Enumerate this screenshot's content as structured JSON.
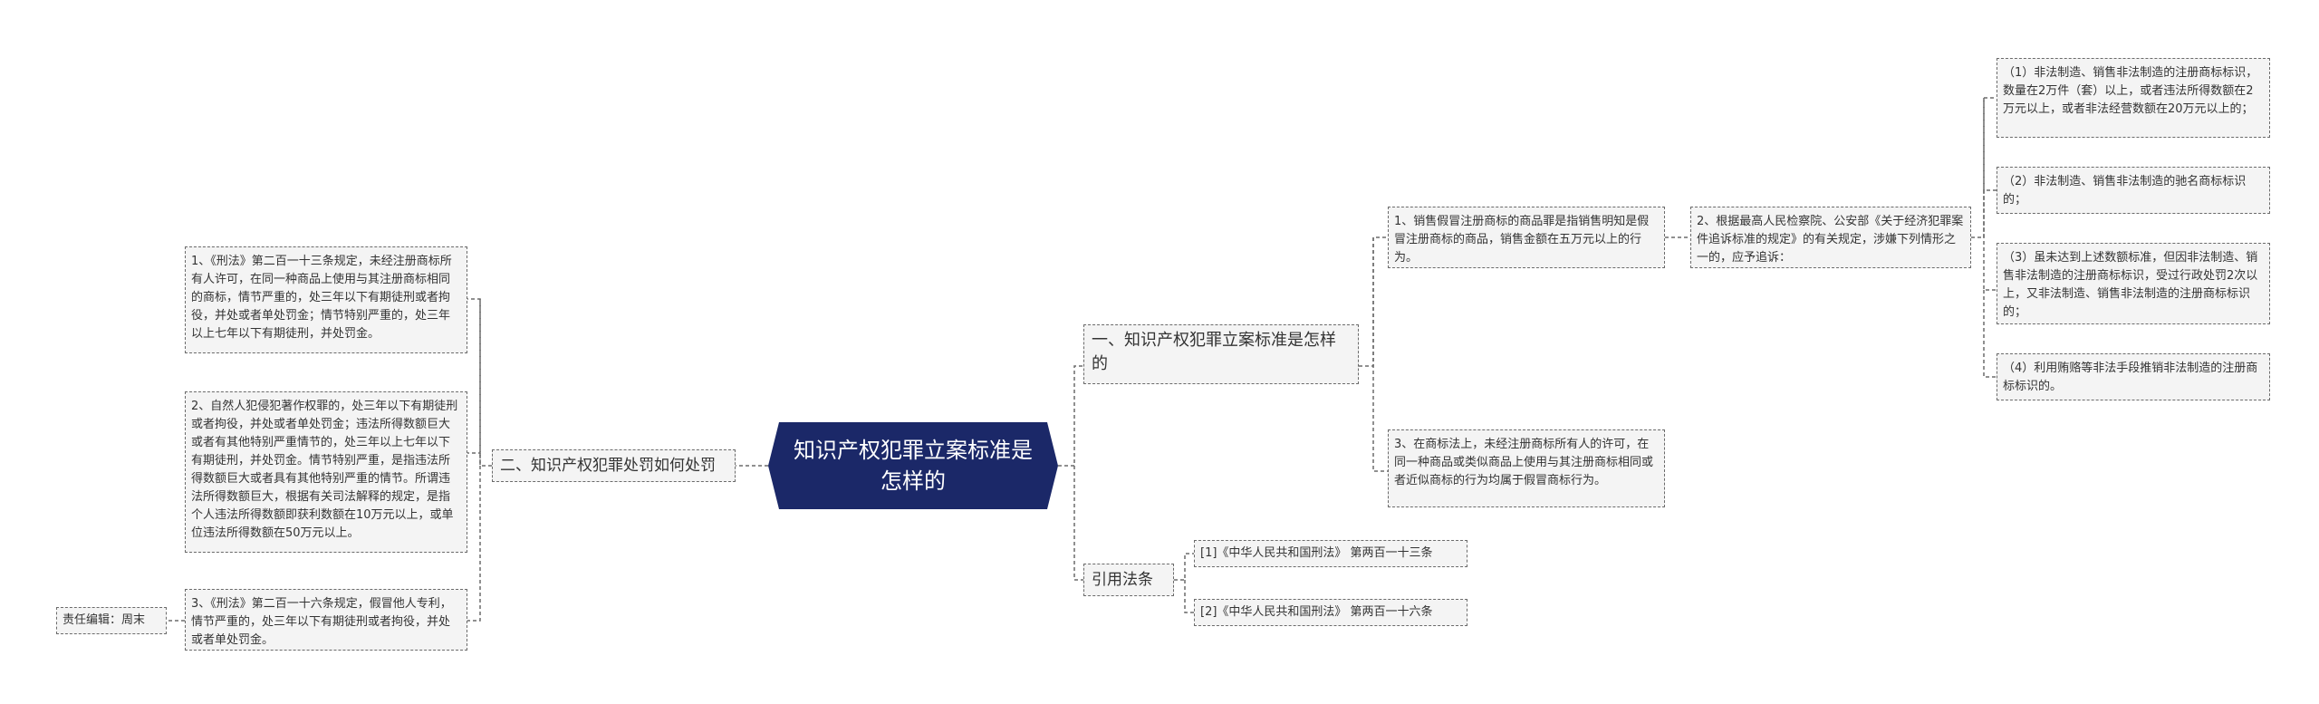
{
  "root": {
    "title": "知识产权犯罪立案标准是怎样的"
  },
  "left": {
    "branch": "二、知识产权犯罪处罚如何处罚",
    "items": [
      "1、《刑法》第二百一十三条规定，未经注册商标所有人许可，在同一种商品上使用与其注册商标相同的商标，情节严重的，处三年以下有期徒刑或者拘役，并处或者单处罚金；情节特别严重的，处三年以上七年以下有期徒刑，并处罚金。",
      "2、自然人犯侵犯著作权罪的，处三年以下有期徒刑或者拘役，并处或者单处罚金；违法所得数额巨大或者有其他特别严重情节的，处三年以上七年以下有期徒刑，并处罚金。情节特别严重，是指违法所得数额巨大或者具有其他特别严重的情节。所谓违法所得数额巨大，根据有关司法解释的规定，是指个人违法所得数额即获利数额在10万元以上，或单位违法所得数额在50万元以上。",
      "3、《刑法》第二百一十六条规定，假冒他人专利，情节严重的，处三年以下有期徒刑或者拘役，并处或者单处罚金。"
    ],
    "editor": "责任编辑：周末"
  },
  "right": {
    "branch1": {
      "label": "一、知识产权犯罪立案标准是怎样的",
      "item1": "1、销售假冒注册商标的商品罪是指销售明知是假冒注册商标的商品，销售金额在五万元以上的行为。",
      "item2": "2、根据最高人民检察院、公安部《关于经济犯罪案件追诉标准的规定》的有关规定，涉嫌下列情形之一的，应予追诉：",
      "item3": "3、在商标法上，未经注册商标所有人的许可，在同一种商品或类似商品上使用与其注册商标相同或者近似商标的行为均属于假冒商标行为。",
      "sub": [
        "（1）非法制造、销售非法制造的注册商标标识，数量在2万件（套）以上，或者违法所得数额在2万元以上，或者非法经营数额在20万元以上的；",
        "（2）非法制造、销售非法制造的驰名商标标识的；",
        "（3）虽未达到上述数额标准，但因非法制造、销售非法制造的注册商标标识，受过行政处罚2次以上，又非法制造、销售非法制造的注册商标标识的；",
        "（4）利用贿赂等非法手段推销非法制造的注册商标标识的。"
      ]
    },
    "branch2": {
      "label": "引用法条",
      "refs": [
        "[1]《中华人民共和国刑法》 第两百一十三条",
        "[2]《中华人民共和国刑法》 第两百一十六条"
      ]
    }
  },
  "colors": {
    "root": "#1b2868",
    "line": "#6b6b6b",
    "box": "#f4f4f4"
  }
}
